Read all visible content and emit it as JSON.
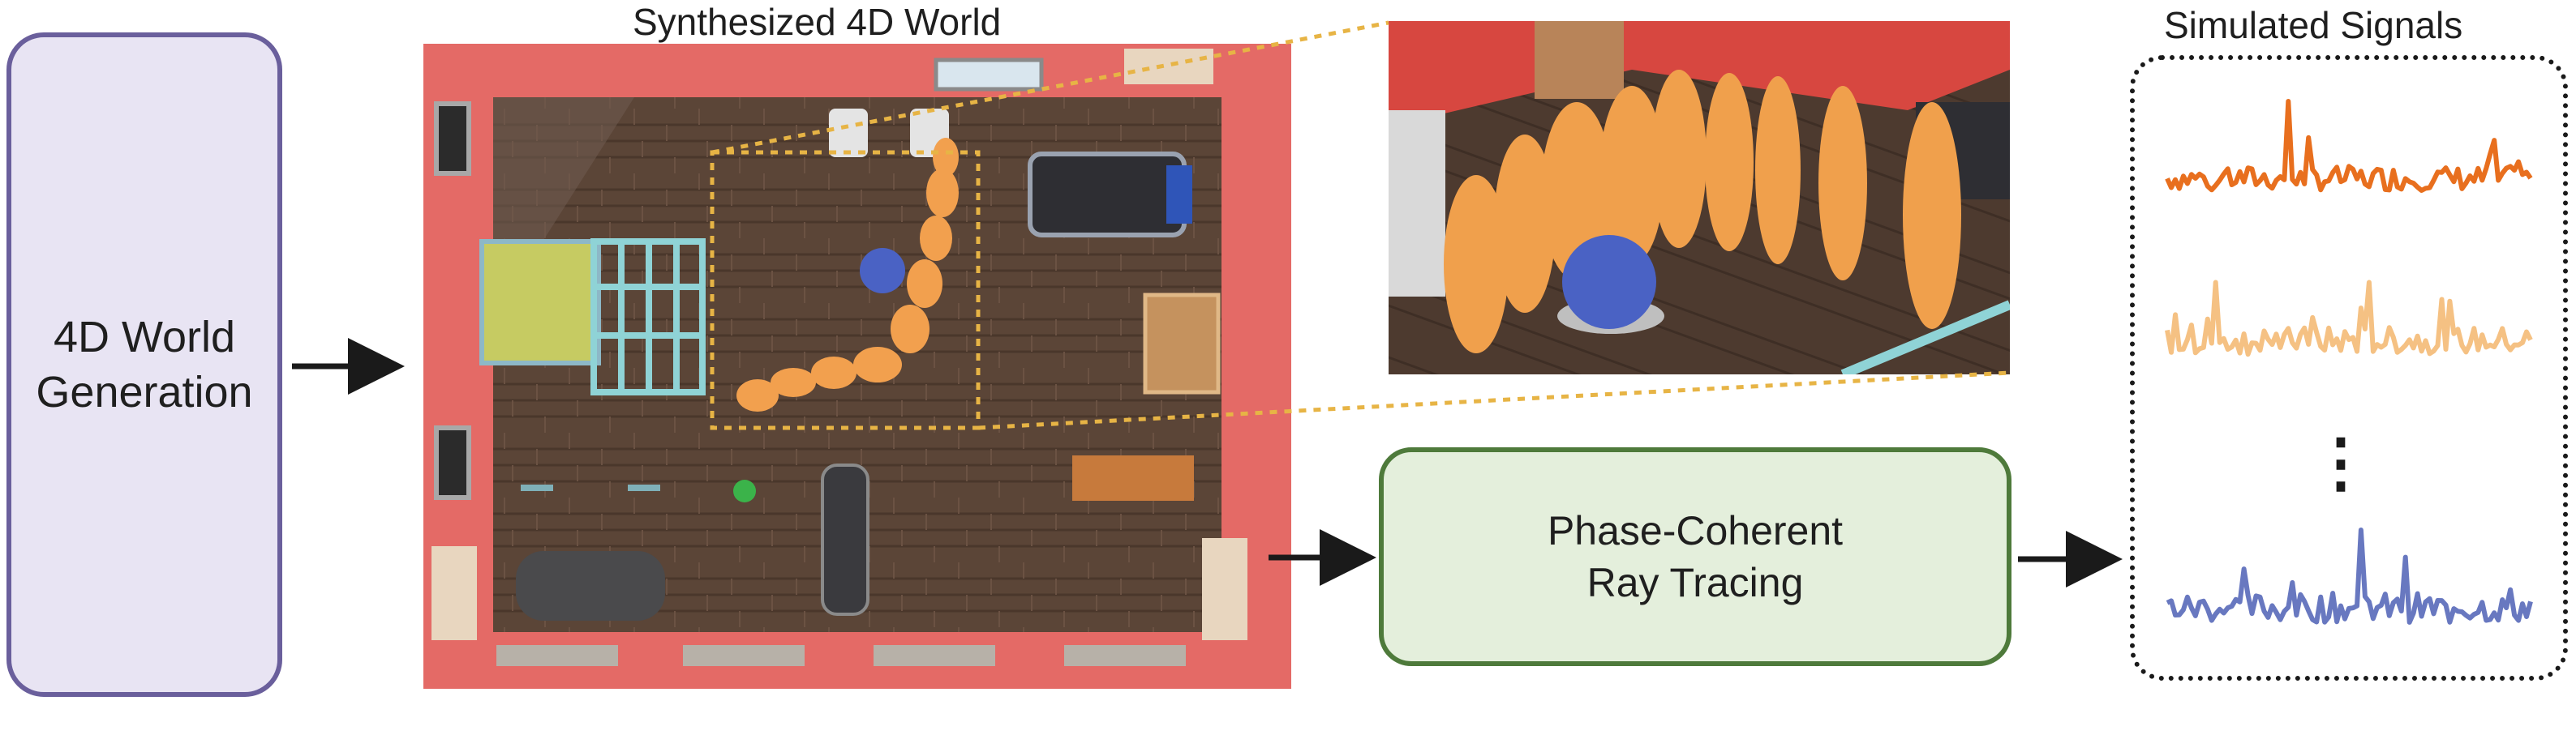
{
  "left_box": {
    "label": "4D World\nGeneration"
  },
  "world": {
    "title": "Synthesized 4D World"
  },
  "ray_box": {
    "label": "Phase-Coherent\nRay Tracing"
  },
  "signals": {
    "title": "Simulated Signals",
    "ellipsis": "⋮",
    "series_colors": [
      "#e86f1e",
      "#f5c183",
      "#6878c0"
    ]
  },
  "colors": {
    "gen_border": "#6a5f9c",
    "gen_fill": "#e8e4f3",
    "ray_border": "#4e7a3b",
    "ray_fill": "#e4efdc",
    "wall": "#e46a66",
    "floor": "#5a4436",
    "human": "#f2a04e",
    "ball": "#4a62c4",
    "zoom_line": "#e7b445"
  }
}
